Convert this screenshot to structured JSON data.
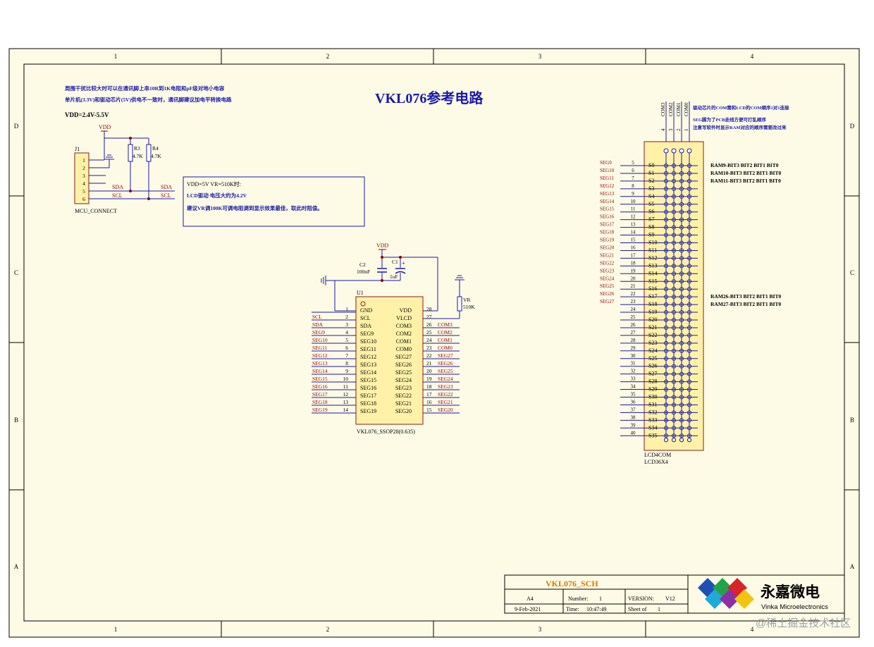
{
  "frame": {
    "col_labels": [
      "1",
      "2",
      "3",
      "4"
    ],
    "row_labels": [
      "D",
      "C",
      "B",
      "A"
    ]
  },
  "title": "VKL076参考电路",
  "notes": {
    "line1": "周围干扰比较大时可以在通讯脚上串10R到1K电阻和pF级对地小电容",
    "line2": "单片机(3.3V)和驱动芯片(5V)供电不一致时，通讯脚建议加电平转换电路",
    "vdd_range": "VDD=2.4V-5.5V"
  },
  "connector": {
    "ref": "J1",
    "name": "MCU_CONNECT",
    "pins": [
      "1",
      "2",
      "3",
      "4",
      "5",
      "6"
    ],
    "net_sda": "SDA",
    "net_scl": "SCL",
    "vdd": "VDD"
  },
  "resistors": [
    {
      "ref": "R3",
      "value": "4.7K"
    },
    {
      "ref": "R4",
      "value": "4.7K"
    }
  ],
  "infobox": {
    "line1": "VDD=5V VR=510K时:",
    "line2": "LCD驱动 电压大约为4.2V",
    "line3": "建议VR调100K可调电阻调到显示效果最佳，取此时阻值。"
  },
  "capacitors": [
    {
      "ref": "C2",
      "value": "100nF"
    },
    {
      "ref": "C1",
      "value": "1uF"
    }
  ],
  "vr": {
    "ref": "VR",
    "value": "510K"
  },
  "ic": {
    "ref": "U1",
    "name": "VKL076_SSOP28(0.635)",
    "vdd": "VDD",
    "left_pins": [
      {
        "num": "1",
        "name": "GND",
        "net": ""
      },
      {
        "num": "2",
        "name": "SCL",
        "net": "SCL"
      },
      {
        "num": "3",
        "name": "SDA",
        "net": "SDA"
      },
      {
        "num": "4",
        "name": "SEG9",
        "net": "SEG9"
      },
      {
        "num": "5",
        "name": "SEG10",
        "net": "SEG10"
      },
      {
        "num": "6",
        "name": "SEG11",
        "net": "SEG11"
      },
      {
        "num": "7",
        "name": "SEG12",
        "net": "SEG12"
      },
      {
        "num": "8",
        "name": "SEG13",
        "net": "SEG13"
      },
      {
        "num": "9",
        "name": "SEG14",
        "net": "SEG14"
      },
      {
        "num": "10",
        "name": "SEG15",
        "net": "SEG15"
      },
      {
        "num": "11",
        "name": "SEG16",
        "net": "SEG16"
      },
      {
        "num": "12",
        "name": "SEG17",
        "net": "SEG17"
      },
      {
        "num": "13",
        "name": "SEG18",
        "net": "SEG18"
      },
      {
        "num": "14",
        "name": "SEG19",
        "net": "SEG19"
      }
    ],
    "right_pins": [
      {
        "num": "28",
        "name": "VDD",
        "net": ""
      },
      {
        "num": "27",
        "name": "VLCD",
        "net": ""
      },
      {
        "num": "26",
        "name": "COM3",
        "net": "COM3"
      },
      {
        "num": "25",
        "name": "COM2",
        "net": "COM2"
      },
      {
        "num": "24",
        "name": "COM1",
        "net": "COM1"
      },
      {
        "num": "23",
        "name": "COM0",
        "net": "COM0"
      },
      {
        "num": "22",
        "name": "SEG27",
        "net": "SEG27"
      },
      {
        "num": "21",
        "name": "SEG26",
        "net": "SEG26"
      },
      {
        "num": "20",
        "name": "SEG25",
        "net": "SEG25"
      },
      {
        "num": "19",
        "name": "SEG24",
        "net": "SEG24"
      },
      {
        "num": "18",
        "name": "SEG23",
        "net": "SEG23"
      },
      {
        "num": "17",
        "name": "SEG22",
        "net": "SEG22"
      },
      {
        "num": "16",
        "name": "SEG21",
        "net": "SEG21"
      },
      {
        "num": "15",
        "name": "SEG20",
        "net": "SEG20"
      }
    ]
  },
  "lcd": {
    "name1": "LCD4COM",
    "name2": "LCD36X4",
    "com_labels": [
      "COM3",
      "COM2",
      "COM1",
      "COM0"
    ],
    "com_pins": [
      "4",
      "3",
      "2",
      "1"
    ],
    "note1": "驱动芯片的COM需和LCD的COM顺序1对1连接",
    "note2": "SEG脚为了PCB走线方便可打乱顺序",
    "note3": "注意写软件时显示RAM对应的顺序需要改过来",
    "left_nets": [
      "SEG9",
      "SEG10",
      "SEG11",
      "SEG12",
      "SEG13",
      "SEG14",
      "SEG15",
      "SEG16",
      "SEG17",
      "SEG18",
      "SEG19",
      "SEG20",
      "SEG21",
      "SEG22",
      "SEG23",
      "SEG24",
      "SEG25",
      "SEG26",
      "SEG27"
    ],
    "pin_numbers": [
      "5",
      "6",
      "7",
      "8",
      "9",
      "10",
      "11",
      "12",
      "13",
      "14",
      "15",
      "16",
      "17",
      "18",
      "19",
      "20",
      "21",
      "22",
      "23",
      "24",
      "25",
      "26",
      "27",
      "28",
      "29",
      "30",
      "31",
      "32",
      "33",
      "34",
      "35",
      "36",
      "37",
      "38",
      "39",
      "40"
    ],
    "seg_names": [
      "S0",
      "S1",
      "S2",
      "S3",
      "S4",
      "S5",
      "S6",
      "S7",
      "S8",
      "S9",
      "S10",
      "S11",
      "S12",
      "S13",
      "S14",
      "S15",
      "S16",
      "S17",
      "S18",
      "S19",
      "S20",
      "S21",
      "S22",
      "S23",
      "S24",
      "S25",
      "S26",
      "S27",
      "S28",
      "S29",
      "S30",
      "S31",
      "S32",
      "S33",
      "S34",
      "S35"
    ],
    "ram_top": [
      "RAM9-BIT3  BIT2  BIT1  BIT0",
      "RAM10-BIT3  BIT2  BIT1  BIT0",
      "RAM11-BIT3  BIT2  BIT1  BIT0"
    ],
    "ram_bottom": [
      "RAM26-BIT3  BIT2  BIT1  BIT0",
      "RAM27-BIT3  BIT2  BIT1  BIT0"
    ]
  },
  "titleblock": {
    "name": "VKL076_SCH",
    "size": "A4",
    "number_label": "Number:",
    "number": "1",
    "version_label": "VERSION:",
    "version": "V12",
    "date": "9-Feb-2021",
    "time_label": "Time:",
    "time": "10:47:49",
    "sheet_label": "Sheet of",
    "sheet": "1",
    "company_cn": "永嘉微电",
    "company_en": "Vinka Microelectronics"
  },
  "watermark": "@稀土掘金技术社区",
  "colors": {
    "sheet_bg": "#fdfbe6",
    "wire": "#1a1aa8",
    "net_red": "#8b0000",
    "part_fill": "#fff2a8",
    "part_border": "#8b1a1a",
    "title_orange": "#d97a00"
  }
}
